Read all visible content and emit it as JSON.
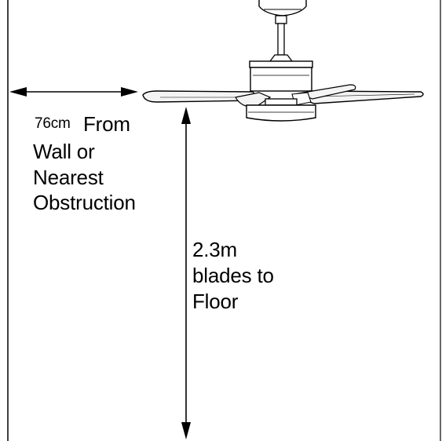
{
  "colors": {
    "line": "#000000",
    "blade_fill": "#f4f4f4",
    "fan_fill": "#ffffff",
    "background": "#ffffff"
  },
  "wall_clearance": {
    "value": "76cm",
    "text_line1": "From",
    "text_line2": "Wall or",
    "text_line3": "Nearest",
    "text_line4": "Obstruction"
  },
  "floor_height": {
    "line1": "2.3m",
    "line2": "blades to",
    "line3": "Floor"
  }
}
